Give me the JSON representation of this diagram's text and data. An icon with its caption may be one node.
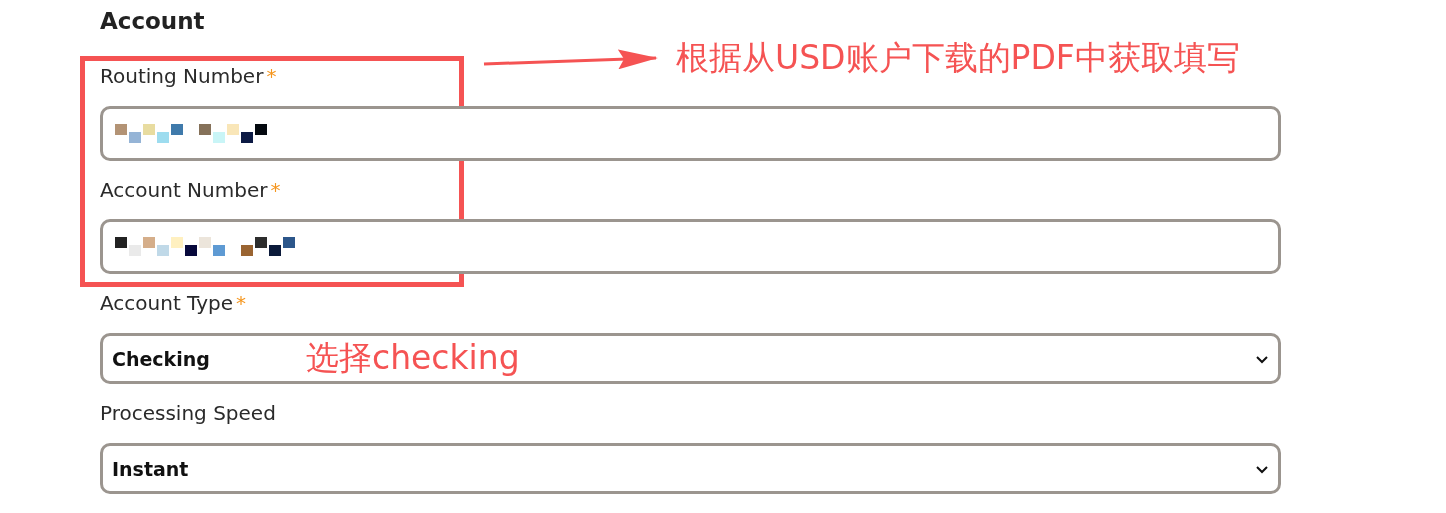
{
  "diagram": {
    "title": "Account",
    "nodes": [
      {
        "text": [
          "Routing Number",
          "*",
          "Account Number",
          "*"
        ]
      },
      {
        "text": [
          "Account Type",
          "*",
          "Checking"
        ]
      },
      {
        "text": [
          "Processing Speed",
          "Instant"
        ]
      },
      {
        "text": [
          "根据从USD账户下载的PDF中获取填写"
        ]
      }
    ],
    "edges": [
      {
        "from": 0,
        "to": 3,
        "arrow": "to",
        "color": "#f55353"
      }
    ],
    "labels": [
      "选择checking"
    ]
  }
}
